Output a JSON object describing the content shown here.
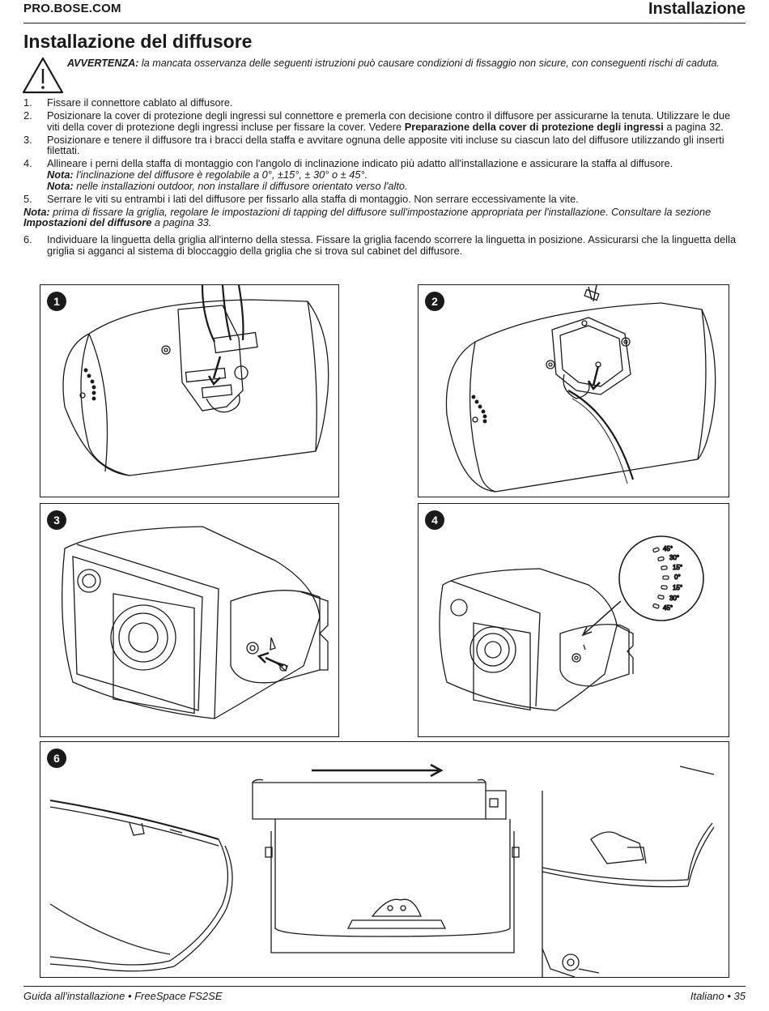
{
  "header": {
    "site": "PRO.BOSE.COM",
    "section": "Installazione"
  },
  "title": "Installazione del diffusore",
  "warning": {
    "label": "AVVERTENZA:",
    "text": " la mancata osservanza delle seguenti istruzioni può causare condizioni di fissaggio non sicure, con conseguenti rischi di caduta."
  },
  "steps": [
    {
      "num": "1.",
      "text": "Fissare il connettore cablato al diffusore."
    },
    {
      "num": "2.",
      "text": "Posizionare la cover di protezione degli ingressi sul connettore e premerla con decisione contro il diffusore per assicurarne la tenuta. Utilizzare le due viti della cover di protezione degli ingressi incluse per fissare la cover. Vedere ",
      "bold": "Preparazione della cover di protezione degli ingressi",
      "after": " a pagina 32."
    },
    {
      "num": "3.",
      "text": "Posizionare e tenere il diffusore tra i bracci della staffa e avvitare ognuna delle apposite viti incluse su ciascun lato del diffusore utilizzando gli inserti filettati."
    },
    {
      "num": "4.",
      "text": "Allineare i perni della staffa di  montaggio con l'angolo di inclinazione indicato più adatto all'installazione e assicurare la staffa al diffusore.",
      "note1_label": "Nota:",
      "note1_text": " l'inclinazione del diffusore è regolabile a 0°, ±15°, ± 30° o ± 45°.",
      "note2_label": "Nota:",
      "note2_text": " nelle installazioni outdoor, non installare il diffusore orientato verso l'alto."
    },
    {
      "num": "5.",
      "text": "Serrare le viti su entrambi i lati del diffusore per fissarlo alla staffa di montaggio. Non serrare eccessivamente la vite."
    },
    {
      "num": "6.",
      "text": "Individuare la linguetta della griglia all'interno della stessa. Fissare la griglia facendo scorrere la linguetta in posizione. Assicurarsi che la linguetta della griglia si agganci al sistema di bloccaggio della griglia che si trova sul cabinet del diffusore."
    }
  ],
  "note": {
    "label": "Nota:",
    "text": " prima di fissare la griglia, regolare le impostazioni di tapping del diffusore sull'impostazione appropriata per l'installazione. Consultare la sezione ",
    "bold": "Impostazioni del diffusore",
    "after": " a pagina 33."
  },
  "figures": [
    {
      "badge": "1",
      "icon": "speaker-connector-illustration"
    },
    {
      "badge": "2",
      "icon": "input-cover-illustration"
    },
    {
      "badge": "3",
      "icon": "bracket-screw-illustration"
    },
    {
      "badge": "4",
      "icon": "tilt-angle-illustration",
      "angles": [
        "45°",
        "30°",
        "15°",
        "0°",
        "15°",
        "30°",
        "45°"
      ]
    },
    {
      "badge": "6",
      "icon": "grille-slide-illustration"
    }
  ],
  "footer": {
    "left": "Guida all'installazione • FreeSpace FS2SE",
    "right": "Italiano • 35"
  }
}
